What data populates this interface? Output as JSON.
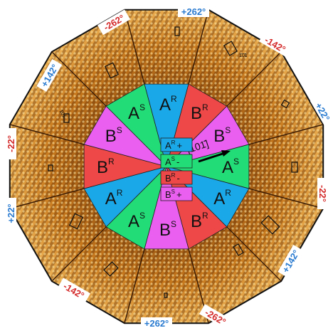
{
  "angles": {
    "top": {
      "text": "+262°",
      "color": "#2a7bd0"
    },
    "top_left": {
      "text": "-262°",
      "color": "#d42a2a"
    },
    "upper_left": {
      "text": "+142°",
      "color": "#2a7bd0"
    },
    "left": {
      "text": "-22°",
      "color": "#d42a2a"
    },
    "lower_left": {
      "text": "+22°",
      "color": "#2a7bd0"
    },
    "bottom_left": {
      "text": "-142°",
      "color": "#d42a2a"
    },
    "bottom": {
      "text": "+262°",
      "color": "#2a7bd0"
    },
    "bottom_right": {
      "text": "-262°",
      "color": "#d42a2a"
    },
    "lower_right": {
      "text": "+142°",
      "color": "#2a7bd0"
    },
    "right": {
      "text": "-22°",
      "color": "#d42a2a"
    },
    "upper_right": {
      "text": "+22°",
      "color": "#2a7bd0"
    },
    "top_right": {
      "text": "-142°",
      "color": "#d42a2a"
    }
  },
  "segments": [
    {
      "label": "A",
      "sup": "R",
      "color": "#1aa8e8"
    },
    {
      "label": "B",
      "sup": "R",
      "color": "#ef4848"
    },
    {
      "label": "B",
      "sup": "S",
      "color": "#ea5ff0"
    },
    {
      "label": "A",
      "sup": "S",
      "color": "#22dd77"
    },
    {
      "label": "A",
      "sup": "R",
      "color": "#1aa8e8"
    },
    {
      "label": "B",
      "sup": "R",
      "color": "#ef4848"
    },
    {
      "label": "B",
      "sup": "S",
      "color": "#ea5ff0"
    },
    {
      "label": "A",
      "sup": "S",
      "color": "#22dd77"
    },
    {
      "label": "A",
      "sup": "R",
      "color": "#1aa8e8"
    },
    {
      "label": "B",
      "sup": "R",
      "color": "#ef4848"
    },
    {
      "label": "B",
      "sup": "S",
      "color": "#ea5ff0"
    },
    {
      "label": "A",
      "sup": "S",
      "color": "#22dd77"
    }
  ],
  "center_legend": [
    {
      "base": "A",
      "sup": "R",
      "sign": "+",
      "color": "#1aa8e8"
    },
    {
      "base": "A",
      "sup": "S",
      "sign": "-",
      "color": "#22dd77"
    },
    {
      "base": "B",
      "sup": "R",
      "sign": "-",
      "color": "#ef4848"
    },
    {
      "base": "B",
      "sup": "S",
      "sign": "+",
      "color": "#ea5ff0"
    }
  ],
  "direction_label": "[101̄]",
  "inset_label_a": "1̄0̄1",
  "inset_label_b": "1̄01"
}
